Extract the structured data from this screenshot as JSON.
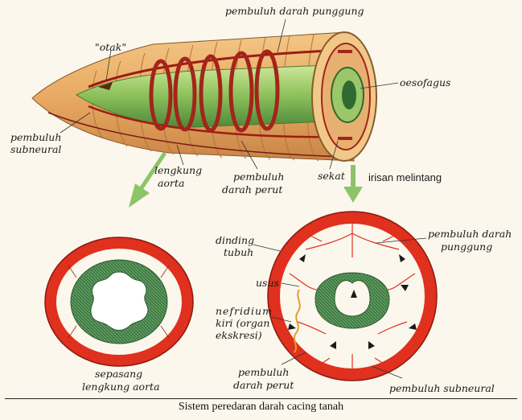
{
  "labels": {
    "otak": "\"otak\"",
    "pembuluh_darah_punggung_top": "pembuluh darah punggung",
    "oesofagus": "oesofagus",
    "pembuluh_subneural_line1": "pembuluh",
    "pembuluh_subneural_line2": "subneural",
    "lengkung_aorta_line1": "lengkung",
    "lengkung_aorta_line2": "aorta",
    "pembuluh_darah_perut_line1": "pembuluh",
    "pembuluh_darah_perut_line2": "darah perut",
    "sekat": "sekat",
    "irisan_melintang": "irisan melintang",
    "dinding_tubuh_line1": "dinding",
    "dinding_tubuh_line2": "tubuh",
    "pembuluh_darah_punggung_right_line1": "pembuluh darah",
    "pembuluh_darah_punggung_right_line2": "punggung",
    "usus": "usus",
    "nefridium_line1": "nefridium",
    "nefridium_line2": "kiri (organ",
    "nefridium_line3": "ekskresi)",
    "sepasang_line1": "sepasang",
    "sepasang_line2": "lengkung aorta",
    "pembuluh_darah_perut_bottom_line1": "pembuluh",
    "pembuluh_darah_perut_bottom_line2": "darah perut",
    "pembuluh_subneural_bottom": "pembuluh subneural"
  },
  "caption": "Sistem peredaran darah cacing tanah",
  "colors": {
    "body_wall": "#e8a964",
    "gut_green": "#8fbf5a",
    "vessel_red": "#c0251c",
    "ring_red": "#e0301e",
    "gut_section_green": "#3f7a45",
    "arrow_green": "#8cc46a"
  }
}
